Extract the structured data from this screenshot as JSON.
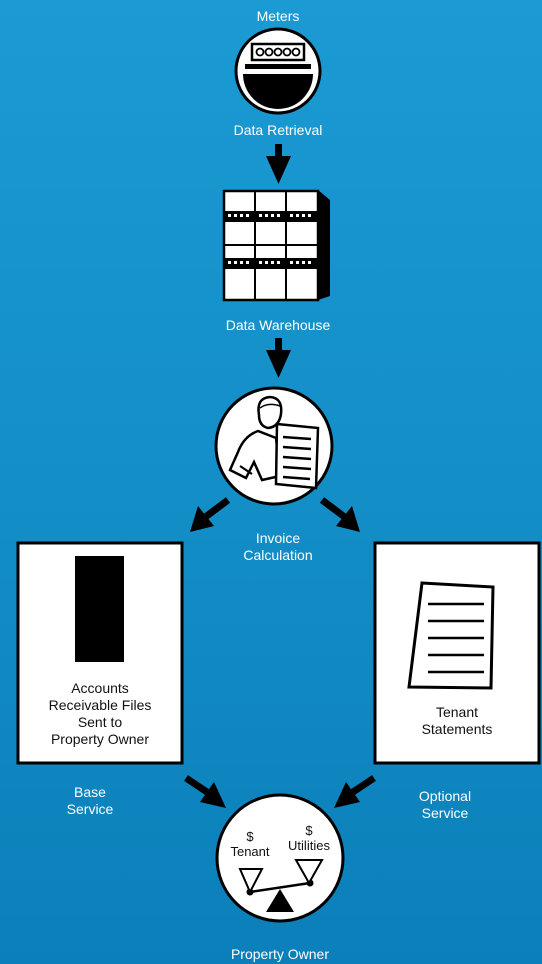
{
  "nodes": {
    "meters": "Meters",
    "data_retrieval": "Data Retrieval",
    "data_warehouse": "Data Warehouse",
    "invoice_calculation": [
      "Invoice",
      "Calculation"
    ],
    "accounts_receivable": [
      "Accounts",
      "Receivable Files",
      "Sent to",
      "Property Owner"
    ],
    "tenant_statements": [
      "Tenant",
      "Statements"
    ],
    "base_service": [
      "Base",
      "Service"
    ],
    "optional_service": [
      "Optional",
      "Service"
    ],
    "property_owner": "Property Owner"
  },
  "scale": {
    "left_symbol": "$",
    "left_label": "Tenant",
    "right_symbol": "$",
    "right_label": "Utilities"
  },
  "colors": {
    "background": "#1592cc",
    "stroke": "#000000",
    "fill": "#ffffff",
    "text_on_bg": "#ffffff",
    "text_on_white": "#111111"
  },
  "icons": {
    "meter": "meter-icon",
    "warehouse": "server-rack-icon",
    "calculation": "person-with-document-icon",
    "receivable": "file-folder-icon",
    "statement": "document-icon",
    "owner": "balance-scale-icon"
  }
}
